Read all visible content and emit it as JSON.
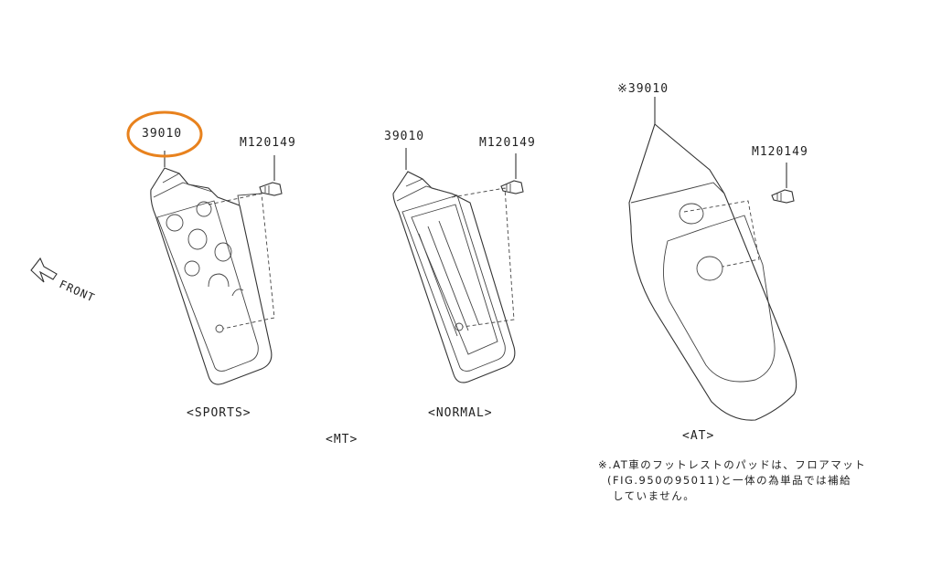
{
  "highlight_color": "#E8821E",
  "parts": {
    "sports": {
      "part_no": "39010",
      "bolt_no": "M120149",
      "caption": "<SPORTS>"
    },
    "normal": {
      "part_no": "39010",
      "bolt_no": "M120149",
      "caption": "<NORMAL>"
    },
    "at": {
      "part_no": "※39010",
      "bolt_no": "M120149",
      "caption": "<AT>"
    }
  },
  "group_caption": "<MT>",
  "direction_label": "FRONT",
  "direction_icon": "arrow-up-left-icon",
  "note_lines": [
    "※.AT車のフットレストのパッドは、フロアマット",
    "(FIG.950の95011)と一体の為単品では補給",
    "していません。"
  ]
}
